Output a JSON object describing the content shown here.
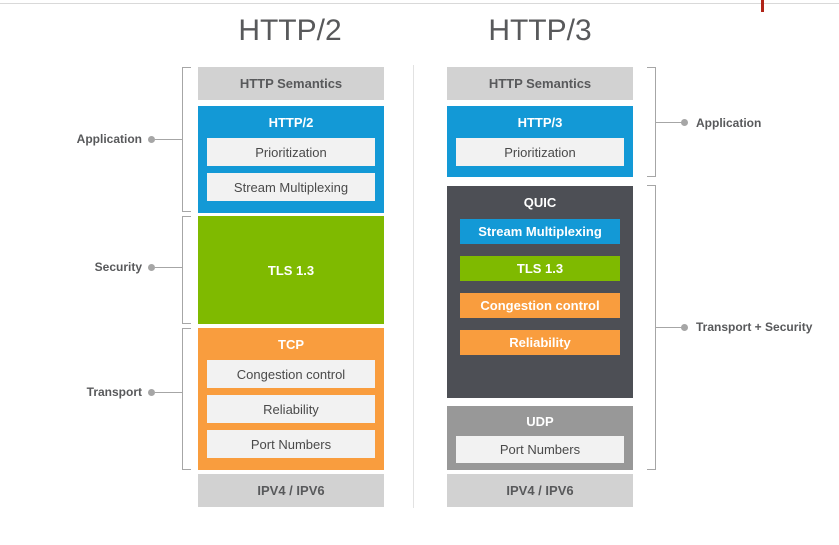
{
  "page": {
    "background": "#ffffff",
    "accent_blue": "#1399d6",
    "accent_green": "#7fba00",
    "accent_orange": "#f99d3e",
    "accent_dark": "#4d4f55",
    "accent_gray": "#d2d2d2",
    "accent_midgray": "#989898",
    "red_tick": "#b02418"
  },
  "columns": {
    "http2": {
      "title": "HTTP/2",
      "semantics": "HTTP Semantics",
      "protocol": "HTTP/2",
      "protocol_items": [
        "Prioritization",
        "Stream Multiplexing"
      ],
      "tls": "TLS 1.3",
      "transport": "TCP",
      "transport_items": [
        "Congestion control",
        "Reliability",
        "Port Numbers"
      ],
      "network": "IPV4 / IPV6"
    },
    "http3": {
      "title": "HTTP/3",
      "semantics": "HTTP Semantics",
      "protocol": "HTTP/3",
      "protocol_items": [
        "Prioritization"
      ],
      "quic": "QUIC",
      "quic_items": [
        {
          "label": "Stream Multiplexing",
          "color": "#1399d6"
        },
        {
          "label": "TLS 1.3",
          "color": "#7fba00"
        },
        {
          "label": "Congestion control",
          "color": "#f99d3e"
        },
        {
          "label": "Reliability",
          "color": "#f99d3e"
        }
      ],
      "transport": "UDP",
      "transport_items": [
        "Port Numbers"
      ],
      "network": "IPV4 / IPV6"
    }
  },
  "left_labels": [
    {
      "label": "Application"
    },
    {
      "label": "Security"
    },
    {
      "label": "Transport"
    }
  ],
  "right_labels": [
    {
      "label": "Application"
    },
    {
      "label": "Transport + Security"
    }
  ]
}
